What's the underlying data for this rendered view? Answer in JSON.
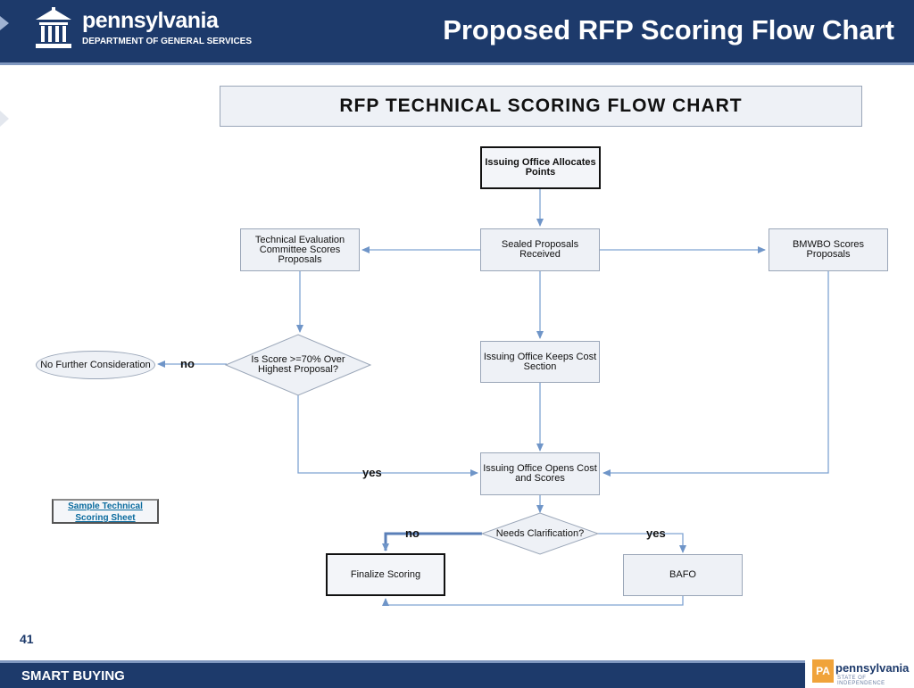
{
  "header": {
    "brand_name": "pennsylvania",
    "brand_department": "DEPARTMENT OF GENERAL SERVICES",
    "slide_title": "Proposed RFP Scoring Flow Chart"
  },
  "flowchart": {
    "title": "RFP TECHNICAL SCORING FLOW CHART",
    "nodes": {
      "issuing_office_allocates": "Issuing Office Allocates Points",
      "sealed_proposals": "Sealed Proposals Received",
      "technical_committee": "Technical Evaluation Committee Scores Proposals",
      "bmwbo_scores": "BMWBO Scores Proposals",
      "score_decision": "Is Score >=70% Over Highest Proposal?",
      "no_further": "No Further Consideration",
      "keeps_cost": "Issuing Office Keeps Cost Section",
      "opens_cost": "Issuing Office Opens Cost and Scores",
      "needs_clarification": "Needs Clarification?",
      "finalize_scoring": "Finalize Scoring",
      "bafo": "BAFO"
    },
    "edge_labels": {
      "score_no": "no",
      "score_yes": "yes",
      "clarify_no": "no",
      "clarify_yes": "yes"
    },
    "colors": {
      "node_fill": "#eef1f6",
      "node_border": "#9aa6b8",
      "connector": "#6f95c8"
    }
  },
  "sample_link": "Sample Technical Scoring Sheet",
  "page_number": "41",
  "footer": {
    "label": "SMART BUYING",
    "pa_mark": "PA",
    "pa_name": "pennsylvania",
    "pa_tagline": "STATE OF INDEPENDENCE"
  }
}
